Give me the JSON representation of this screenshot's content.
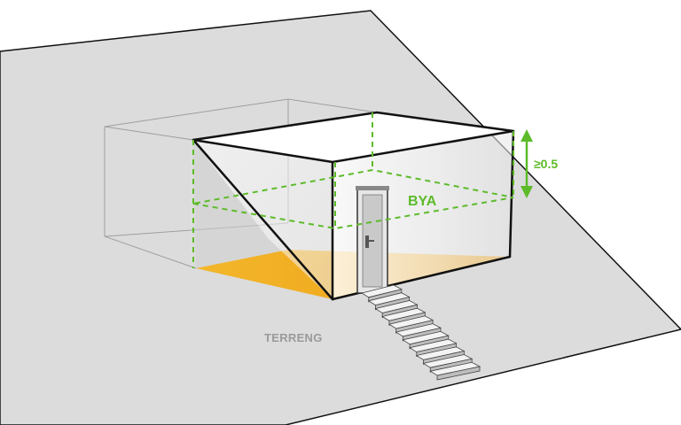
{
  "labels": {
    "bya": "BYA",
    "height_rule": "≥0.5",
    "terrain": "TERRENG"
  },
  "colors": {
    "terrain_fill": "#dcdcdc",
    "floor_fill": "#f2a81d",
    "dashed_lines": "#5dbb2a",
    "building_edges": "#111111"
  },
  "stairs": {
    "steps": 11
  }
}
